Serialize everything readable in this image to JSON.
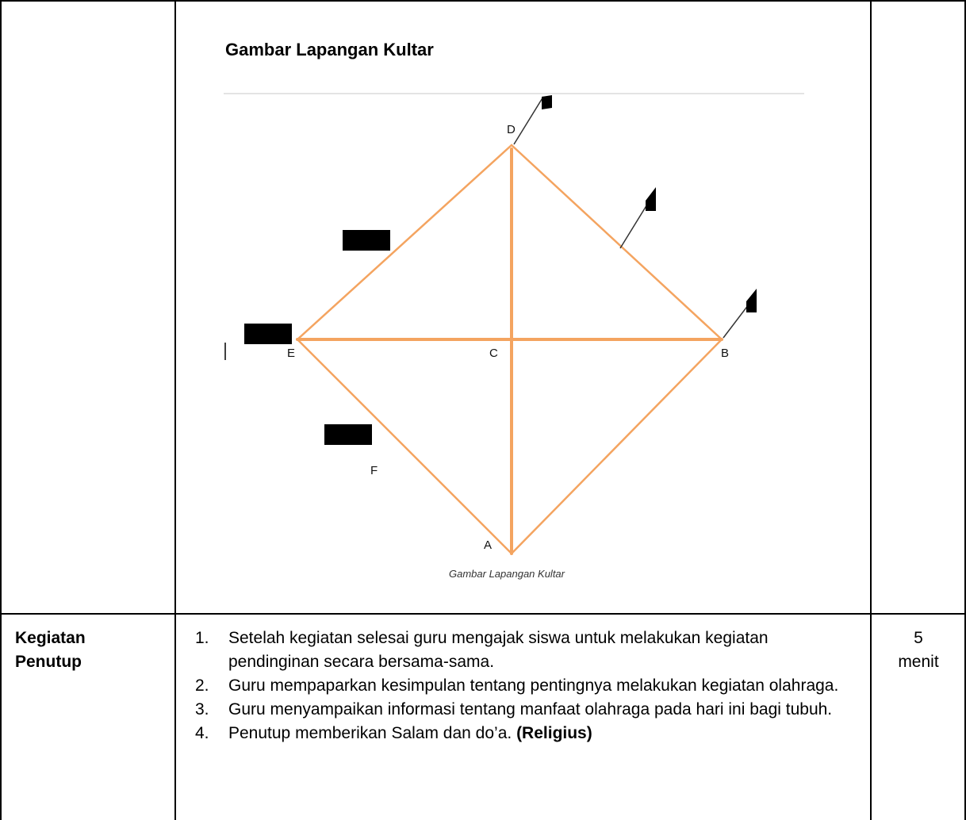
{
  "figure": {
    "title": "Gambar Lapangan Kultar",
    "caption": "Gambar Lapangan Kultar",
    "point_labels": {
      "a": "A",
      "b": "B",
      "c": "C",
      "d": "D",
      "e": "E",
      "f": "F"
    },
    "line_color": "#F4A460",
    "flag_color": "#000000"
  },
  "closing_row": {
    "stage_label_line1": "Kegiatan",
    "stage_label_line2": "Penutup",
    "items": [
      {
        "num": "1.",
        "text": "Setelah kegiatan selesai guru mengajak siswa untuk melakukan kegiatan pendinginan secara bersama-sama."
      },
      {
        "num": "2.",
        "text": "Guru mempaparkan kesimpulan tentang pentingnya melakukan kegiatan olahraga."
      },
      {
        "num": "3.",
        "text": "Guru menyampaikan informasi tentang manfaat olahraga pada hari ini bagi tubuh."
      },
      {
        "num": "4.",
        "text": "Penutup memberikan Salam dan do’a.",
        "emphasis": "(Religius)"
      }
    ],
    "duration_value": "5",
    "duration_unit": "menit"
  }
}
